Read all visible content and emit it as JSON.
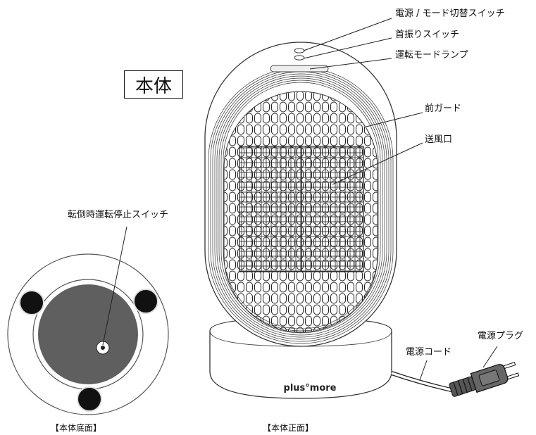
{
  "title": "本体",
  "labels": {
    "power_mode_switch": "電源 / モード切替スイッチ",
    "swing_switch": "首振りスイッチ",
    "mode_lamp": "運転モードランプ",
    "front_guard": "前ガード",
    "air_outlet": "送風口",
    "tip_over_switch": "転倒時運転停止スイッチ",
    "power_cord": "電源コード",
    "power_plug": "電源プラグ"
  },
  "brand": "plus°more",
  "captions": {
    "bottom_view": "【本体底面】",
    "front_view": "【本体正面】"
  }
}
